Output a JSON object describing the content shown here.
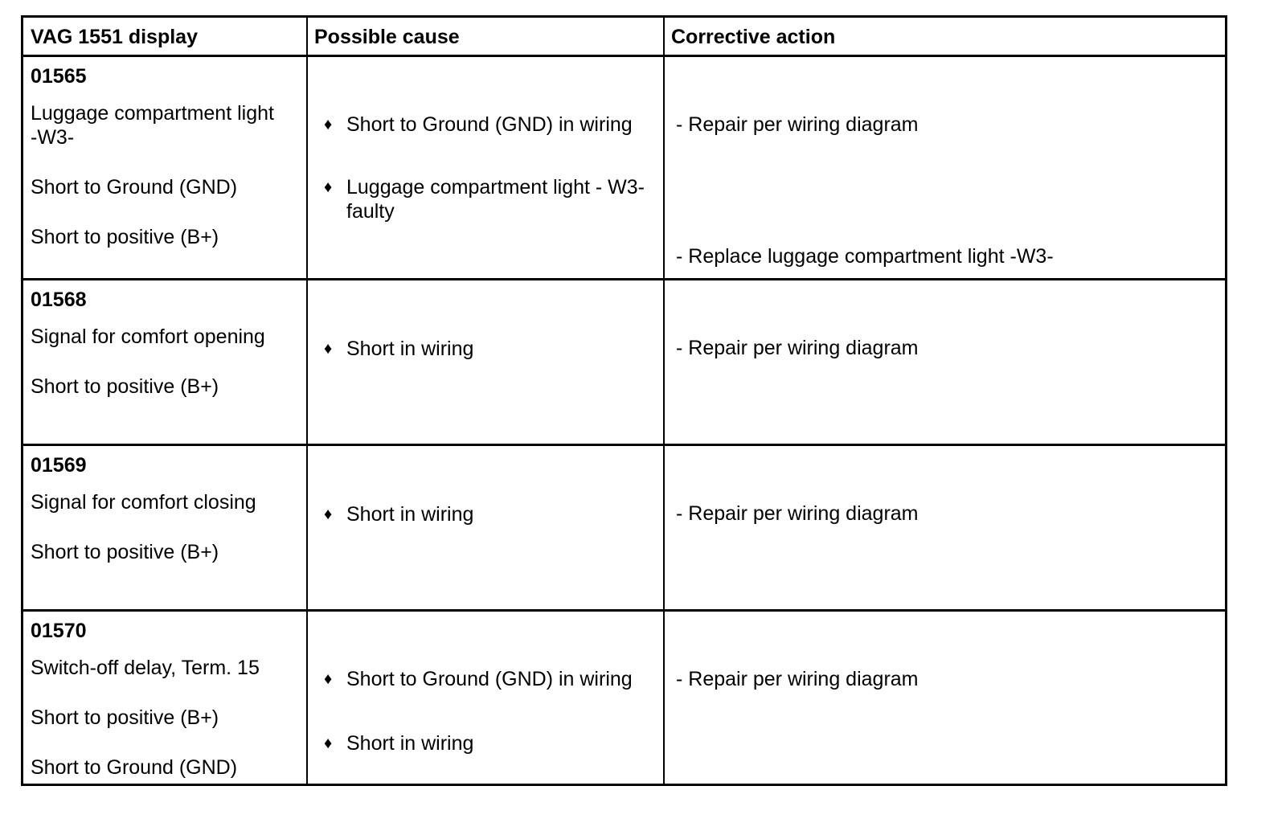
{
  "headers": {
    "col1": "VAG 1551 display",
    "col2": "Possible cause",
    "col3": "Corrective action"
  },
  "rows": [
    {
      "code": "01565",
      "display": [
        "Luggage compartment light",
        "-W3-",
        "Short to Ground (GND)",
        "Short to positive (B+)"
      ],
      "causes": [
        "Short to Ground (GND) in wiring",
        "Luggage compartment light - W3- faulty"
      ],
      "actions": [
        "- Repair per wiring diagram",
        "- Replace luggage compartment light -W3-"
      ]
    },
    {
      "code": "01568",
      "display": [
        "Signal for comfort opening",
        "Short to positive (B+)"
      ],
      "causes": [
        "Short in wiring"
      ],
      "actions": [
        "- Repair per wiring diagram"
      ]
    },
    {
      "code": "01569",
      "display": [
        "Signal for comfort closing",
        "Short to positive (B+)"
      ],
      "causes": [
        "Short in wiring"
      ],
      "actions": [
        "- Repair per wiring diagram"
      ]
    },
    {
      "code": "01570",
      "display": [
        "Switch-off delay, Term. 15",
        "Short to positive (B+)",
        "Short to Ground (GND)"
      ],
      "causes": [
        "Short to Ground (GND) in wiring",
        "Short in wiring"
      ],
      "actions": [
        "- Repair per wiring diagram"
      ]
    }
  ],
  "bullet_glyph": "♦"
}
